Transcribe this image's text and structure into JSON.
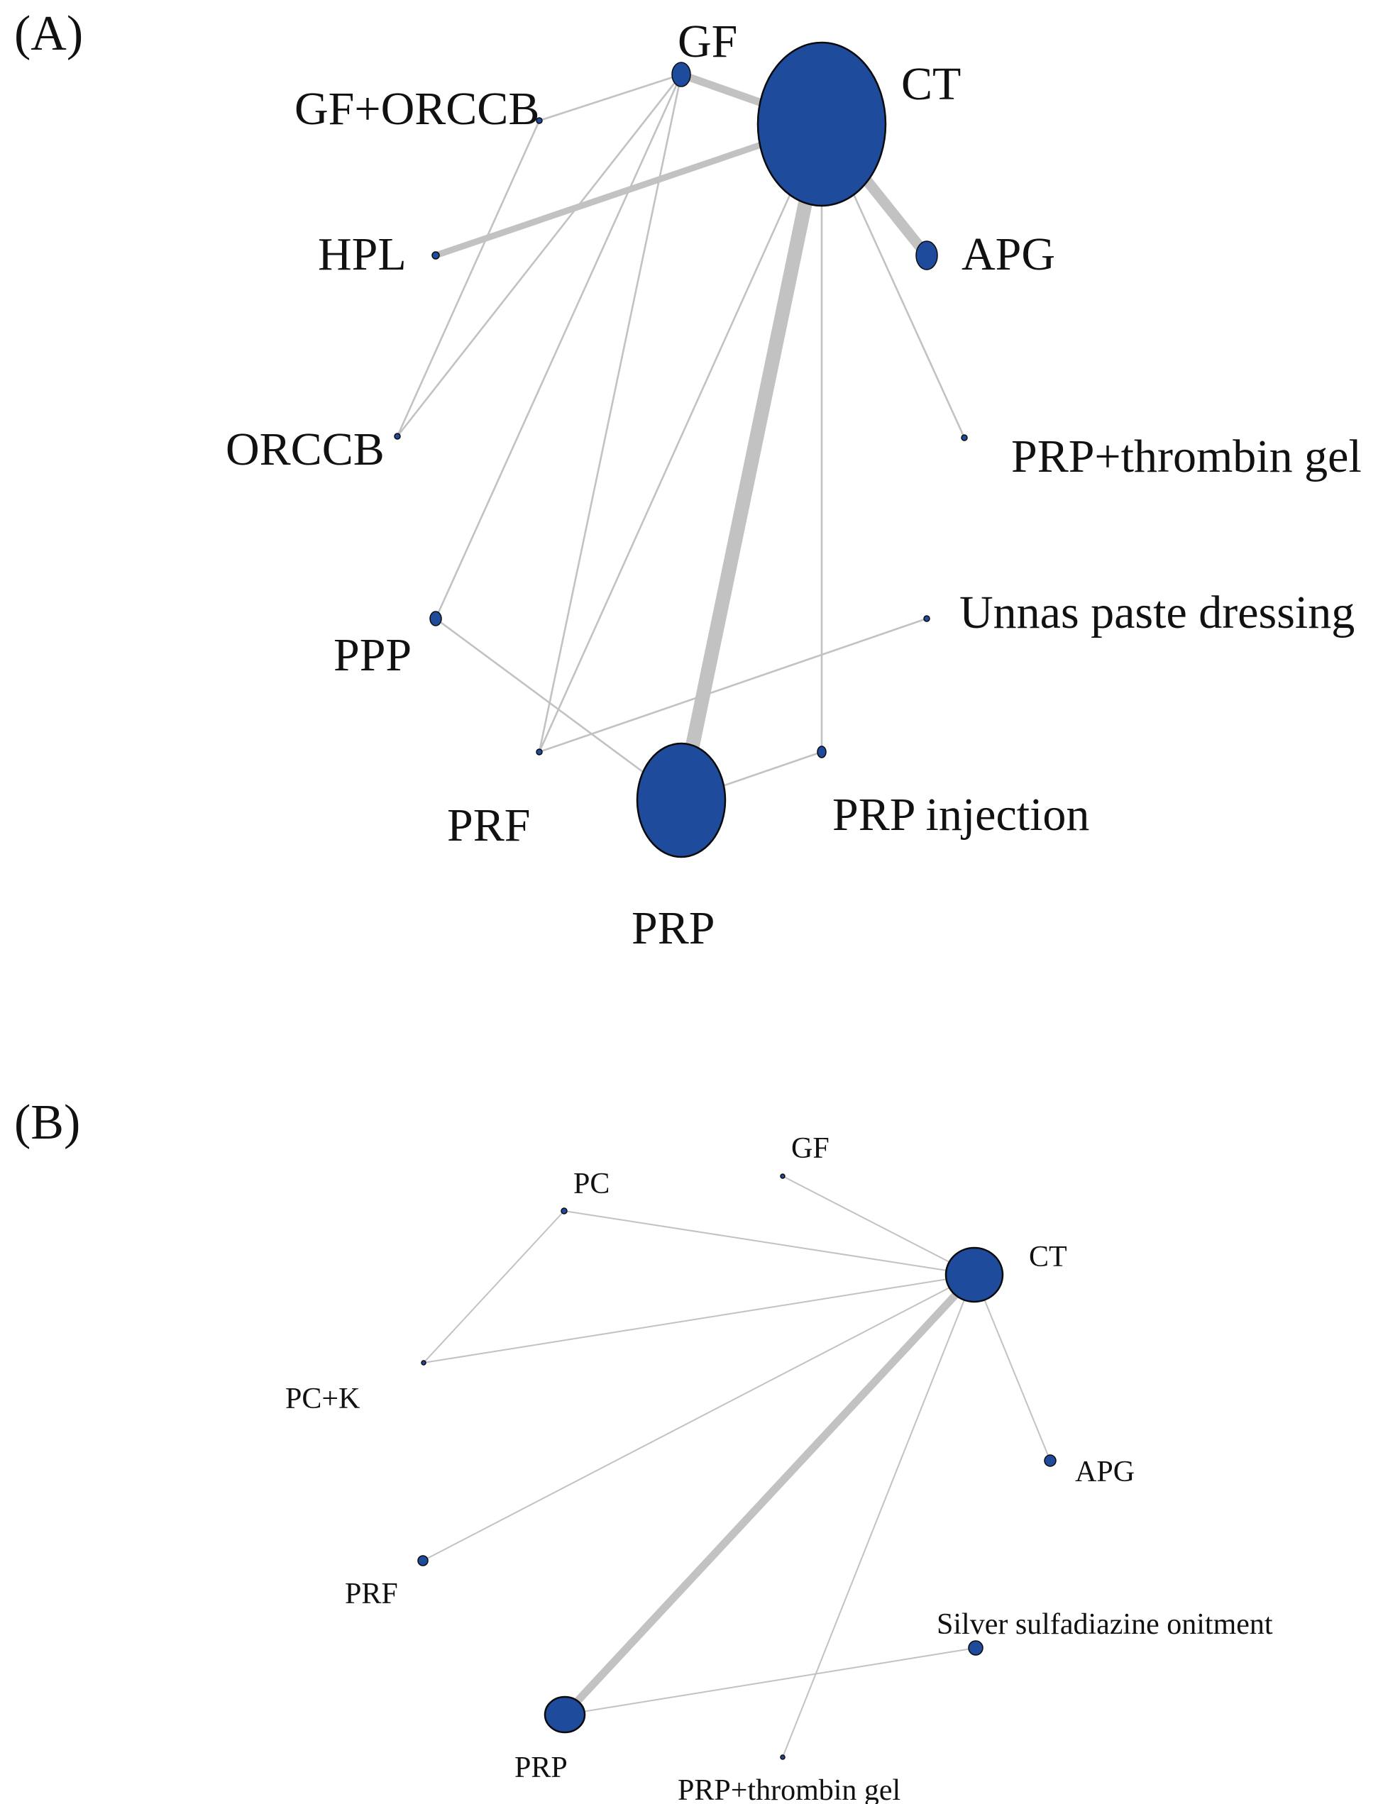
{
  "panels": [
    {
      "id": "A",
      "label": "(A)",
      "node_color": "#1e4b9c",
      "edge_color": "#c2c2c2",
      "nodes": [
        {
          "id": "GF",
          "label": "GF"
        },
        {
          "id": "CT",
          "label": "CT"
        },
        {
          "id": "GF+ORCCB",
          "label": "GF+ORCCB"
        },
        {
          "id": "HPL",
          "label": "HPL"
        },
        {
          "id": "APG",
          "label": "APG"
        },
        {
          "id": "ORCCB",
          "label": "ORCCB"
        },
        {
          "id": "PRP+thrombin gel",
          "label": "PRP+thrombin gel"
        },
        {
          "id": "PPP",
          "label": "PPP"
        },
        {
          "id": "Unnas paste dressing",
          "label": "Unnas paste dressing"
        },
        {
          "id": "PRF",
          "label": "PRF"
        },
        {
          "id": "PRP",
          "label": "PRP"
        },
        {
          "id": "PRP injection",
          "label": "PRP injection"
        }
      ],
      "edges": [
        {
          "from": "GF",
          "to": "CT"
        },
        {
          "from": "GF",
          "to": "GF+ORCCB"
        },
        {
          "from": "GF",
          "to": "ORCCB"
        },
        {
          "from": "GF",
          "to": "PPP"
        },
        {
          "from": "GF",
          "to": "PRF"
        },
        {
          "from": "GF+ORCCB",
          "to": "ORCCB"
        },
        {
          "from": "CT",
          "to": "HPL"
        },
        {
          "from": "CT",
          "to": "APG"
        },
        {
          "from": "CT",
          "to": "PRP+thrombin gel"
        },
        {
          "from": "CT",
          "to": "PRP"
        },
        {
          "from": "CT",
          "to": "PRF"
        },
        {
          "from": "CT",
          "to": "PRP injection"
        },
        {
          "from": "PPP",
          "to": "PRP"
        },
        {
          "from": "PRF",
          "to": "Unnas paste dressing"
        },
        {
          "from": "PRP",
          "to": "PRP injection"
        }
      ]
    },
    {
      "id": "B",
      "label": "(B)",
      "node_color": "#1e4b9c",
      "edge_color": "#c2c2c2",
      "nodes": [
        {
          "id": "GF",
          "label": "GF"
        },
        {
          "id": "PC",
          "label": "PC"
        },
        {
          "id": "CT",
          "label": "CT"
        },
        {
          "id": "PC+K",
          "label": "PC+K"
        },
        {
          "id": "APG",
          "label": "APG"
        },
        {
          "id": "PRF",
          "label": "PRF"
        },
        {
          "id": "Silver sulfadiazine onitment",
          "label": "Silver sulfadiazine onitment"
        },
        {
          "id": "PRP",
          "label": "PRP"
        },
        {
          "id": "PRP+thrombin gel",
          "label": "PRP+thrombin gel"
        }
      ],
      "edges": [
        {
          "from": "GF",
          "to": "CT"
        },
        {
          "from": "PC",
          "to": "CT"
        },
        {
          "from": "PC",
          "to": "PC+K"
        },
        {
          "from": "PC+K",
          "to": "CT"
        },
        {
          "from": "CT",
          "to": "APG"
        },
        {
          "from": "CT",
          "to": "PRF"
        },
        {
          "from": "CT",
          "to": "PRP"
        },
        {
          "from": "CT",
          "to": "PRP+thrombin gel"
        },
        {
          "from": "PRP",
          "to": "Silver sulfadiazine onitment"
        }
      ]
    }
  ]
}
